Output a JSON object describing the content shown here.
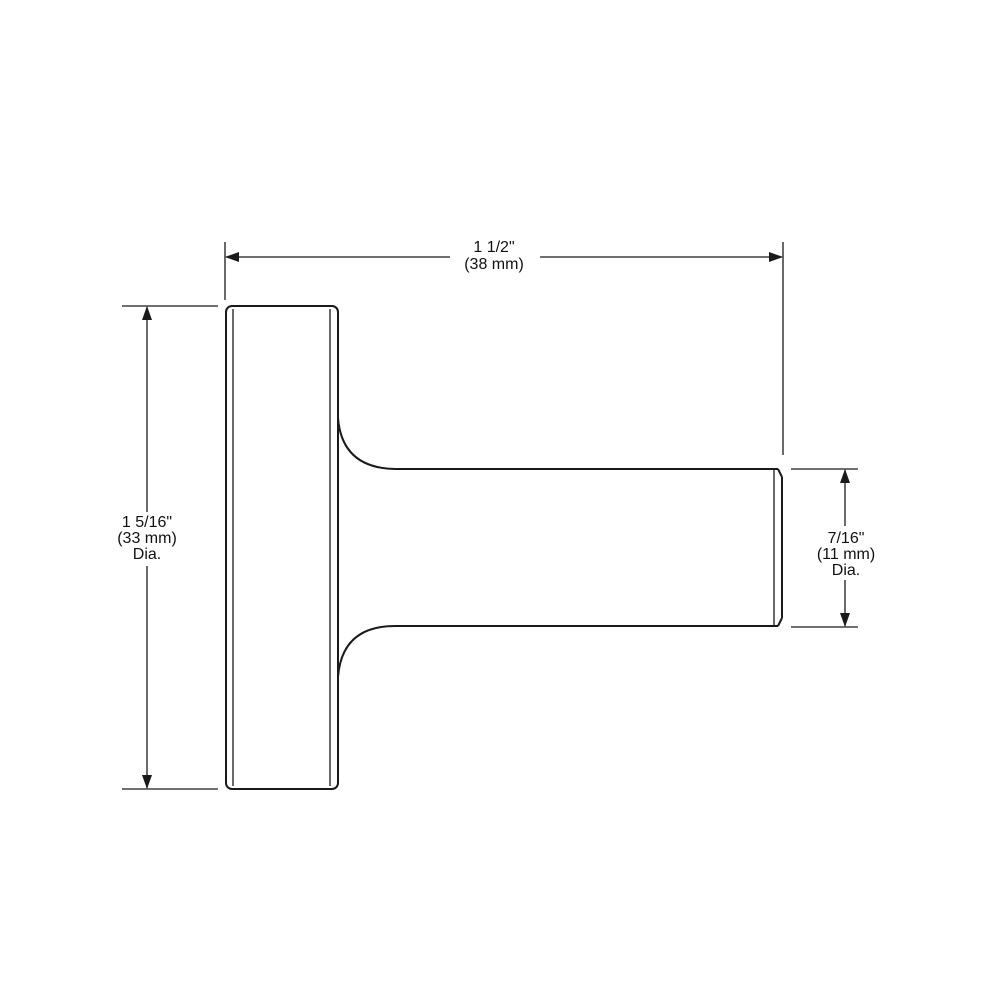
{
  "diagram": {
    "dimensions": {
      "overall_length": {
        "imperial": "1 1/2\"",
        "metric": "(38 mm)"
      },
      "base_diameter": {
        "imperial": "1 5/16\"",
        "metric": "(33 mm)",
        "note": "Dia."
      },
      "post_diameter": {
        "imperial": "7/16\"",
        "metric": "(11 mm)",
        "note": "Dia."
      }
    },
    "colors": {
      "line": "#1a1a1a",
      "background": "#ffffff"
    }
  }
}
